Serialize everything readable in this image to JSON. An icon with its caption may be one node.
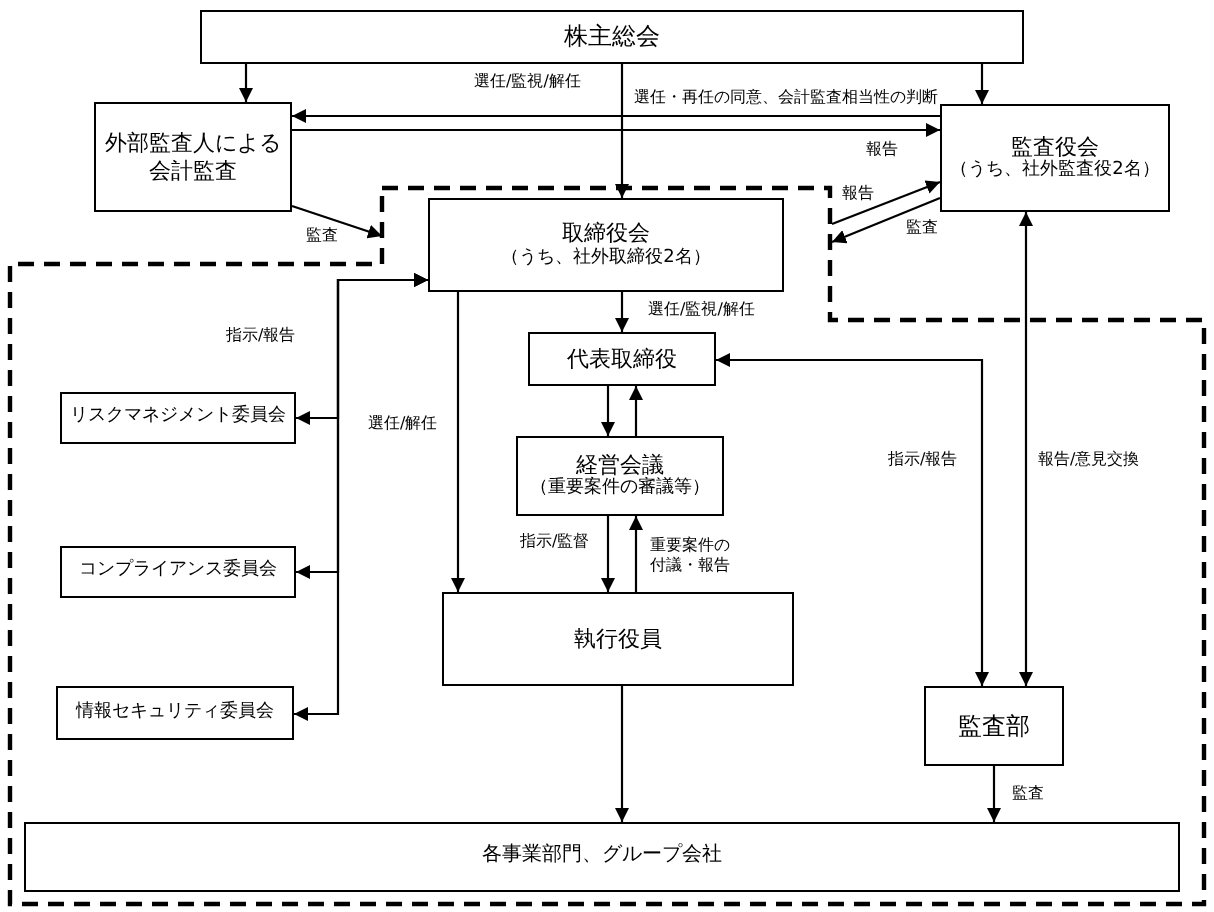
{
  "diagram": {
    "nodes": [
      {
        "text": [
          "株主総会"
        ]
      },
      {
        "text": [
          "外部監査人による会計監査"
        ]
      },
      {
        "text": [
          "監査役会",
          "（うち、社外監査役2名）"
        ]
      },
      {
        "text": [],
        "shape": "box"
      },
      {
        "text": [
          "取締役会",
          "（うち、社外取締役2名）"
        ],
        "in": 3
      },
      {
        "text": [
          "代表取締役"
        ],
        "in": 3
      },
      {
        "text": [
          "経営会議",
          "（重要案件の審議等）"
        ],
        "in": 3
      },
      {
        "text": [
          "リスクマネジメント委員会"
        ],
        "in": 3
      },
      {
        "text": [
          "コンプライアンス委員会"
        ],
        "in": 3
      },
      {
        "text": [
          "情報セキュリティ委員会"
        ],
        "in": 3
      },
      {
        "text": [
          "執行役員"
        ],
        "in": 3
      },
      {
        "text": [
          "監査部"
        ],
        "in": 3
      },
      {
        "text": [
          "各事業部門、グループ会社"
        ],
        "in": 3
      }
    ],
    "edges": [
      {
        "from": 0,
        "to": 1,
        "arrow": "to"
      },
      {
        "from": 0,
        "to": 2,
        "arrow": "to"
      },
      {
        "from": 0,
        "to": 4,
        "arrow": "to",
        "label": "選任/監視/解任"
      },
      {
        "from": 2,
        "to": 1,
        "arrow": "to",
        "label": "選任・再任の同意、会計監査相当性の判断"
      },
      {
        "from": 1,
        "to": 2,
        "arrow": "to",
        "label": "報告"
      },
      {
        "from": 1,
        "to": 3,
        "arrow": "to",
        "label": "監査"
      },
      {
        "from": 3,
        "to": 2,
        "arrow": "to",
        "label": "報告"
      },
      {
        "from": 2,
        "to": 3,
        "arrow": "to",
        "label": "監査"
      },
      {
        "from": 4,
        "to": 5,
        "arrow": "to",
        "label": "選任/監視/解任"
      },
      {
        "from": 5,
        "to": 6,
        "arrow": "to"
      },
      {
        "from": 6,
        "to": 5,
        "arrow": "to"
      },
      {
        "from": 6,
        "to": 10,
        "arrow": "to",
        "label": "指示/監督"
      },
      {
        "from": 10,
        "to": 6,
        "arrow": "to",
        "label": "重要案件の付議・報告"
      },
      {
        "from": 4,
        "to": 10,
        "arrow": "to",
        "label": "選任/解任"
      },
      {
        "from": 4,
        "to": 7,
        "arrow": "both",
        "label": "指示/報告"
      },
      {
        "from": 4,
        "to": 8,
        "arrow": "both"
      },
      {
        "from": 4,
        "to": 9,
        "arrow": "both"
      },
      {
        "from": 5,
        "to": 11,
        "arrow": "both",
        "label": "指示/報告"
      },
      {
        "from": 2,
        "to": 11,
        "arrow": "both",
        "label": "報告/意見交換"
      },
      {
        "from": 10,
        "to": 12,
        "arrow": "to"
      },
      {
        "from": 11,
        "to": 12,
        "arrow": "to",
        "label": "監査"
      }
    ]
  }
}
